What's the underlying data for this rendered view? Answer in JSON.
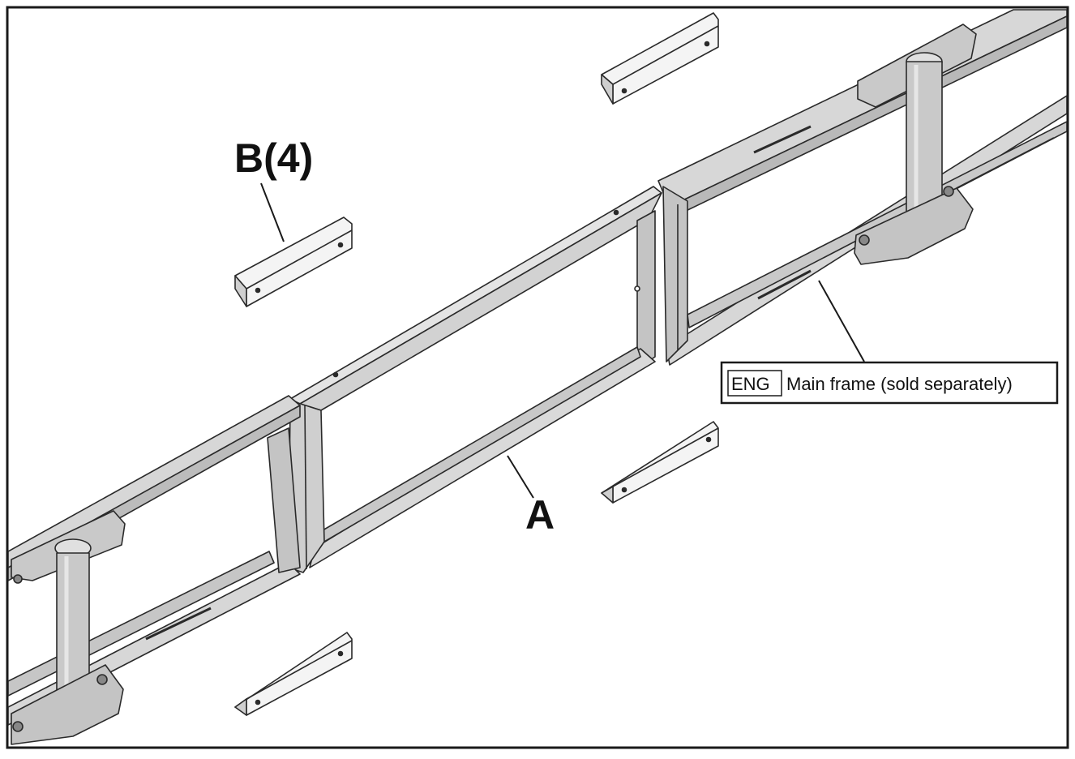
{
  "labels": {
    "part_a": "A",
    "part_b": "B(4)"
  },
  "note": {
    "tag": "ENG",
    "text": "Main frame (sold separately)"
  },
  "colors": {
    "steel_light": "#d7d7d7",
    "steel_mid": "#c4c4c4",
    "steel_dark": "#a9a9a9",
    "line": "#2a2a2a",
    "background": "#ffffff"
  }
}
